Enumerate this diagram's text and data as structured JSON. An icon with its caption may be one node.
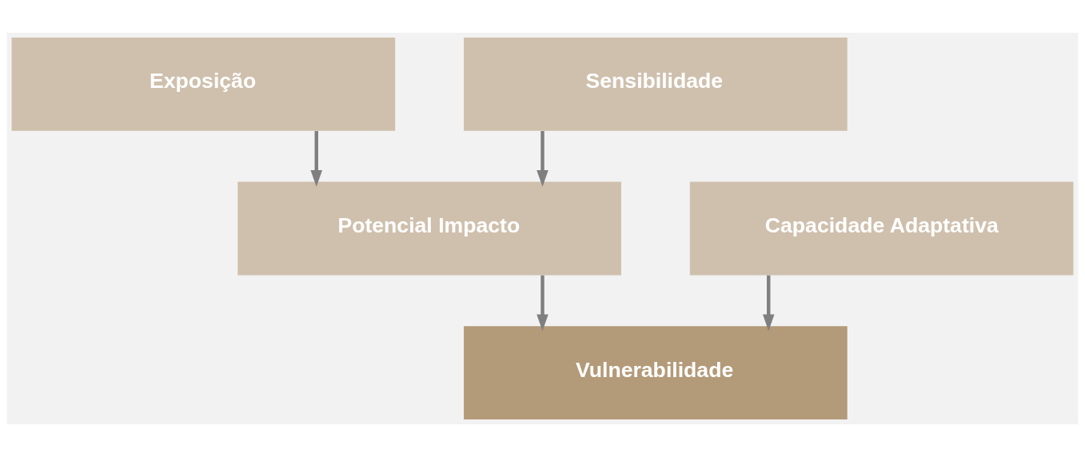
{
  "diagram": {
    "nodes": [
      {
        "text": [
          "Exposição"
        ]
      },
      {
        "text": [
          "Sensibilidade"
        ]
      },
      {
        "text": [
          "Potencial Impacto"
        ]
      },
      {
        "text": [
          "Capacidade Adaptativa"
        ]
      },
      {
        "text": [
          "Vulnerabilidade"
        ]
      }
    ],
    "edges": [
      {
        "from": 0,
        "to": 2,
        "arrow": "to"
      },
      {
        "from": 1,
        "to": 2,
        "arrow": "to"
      },
      {
        "from": 2,
        "to": 4,
        "arrow": "to"
      },
      {
        "from": 3,
        "to": 4,
        "arrow": "to"
      }
    ]
  }
}
